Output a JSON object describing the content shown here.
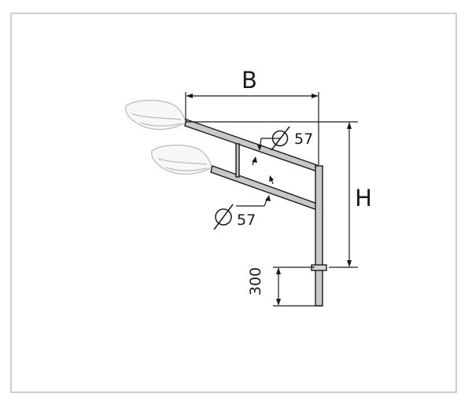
{
  "diagram": {
    "labels": {
      "width_dim": "B",
      "height_dim": "H",
      "base_dim": "300",
      "upper_arm_diameter": "57",
      "lower_arm_diameter": "57"
    },
    "colors": {
      "line": "#1a1a1a",
      "pipe_fill": "#c8c8c8",
      "lamp_stroke": "#bdbdbd",
      "frame": "#cfcfcf"
    }
  }
}
